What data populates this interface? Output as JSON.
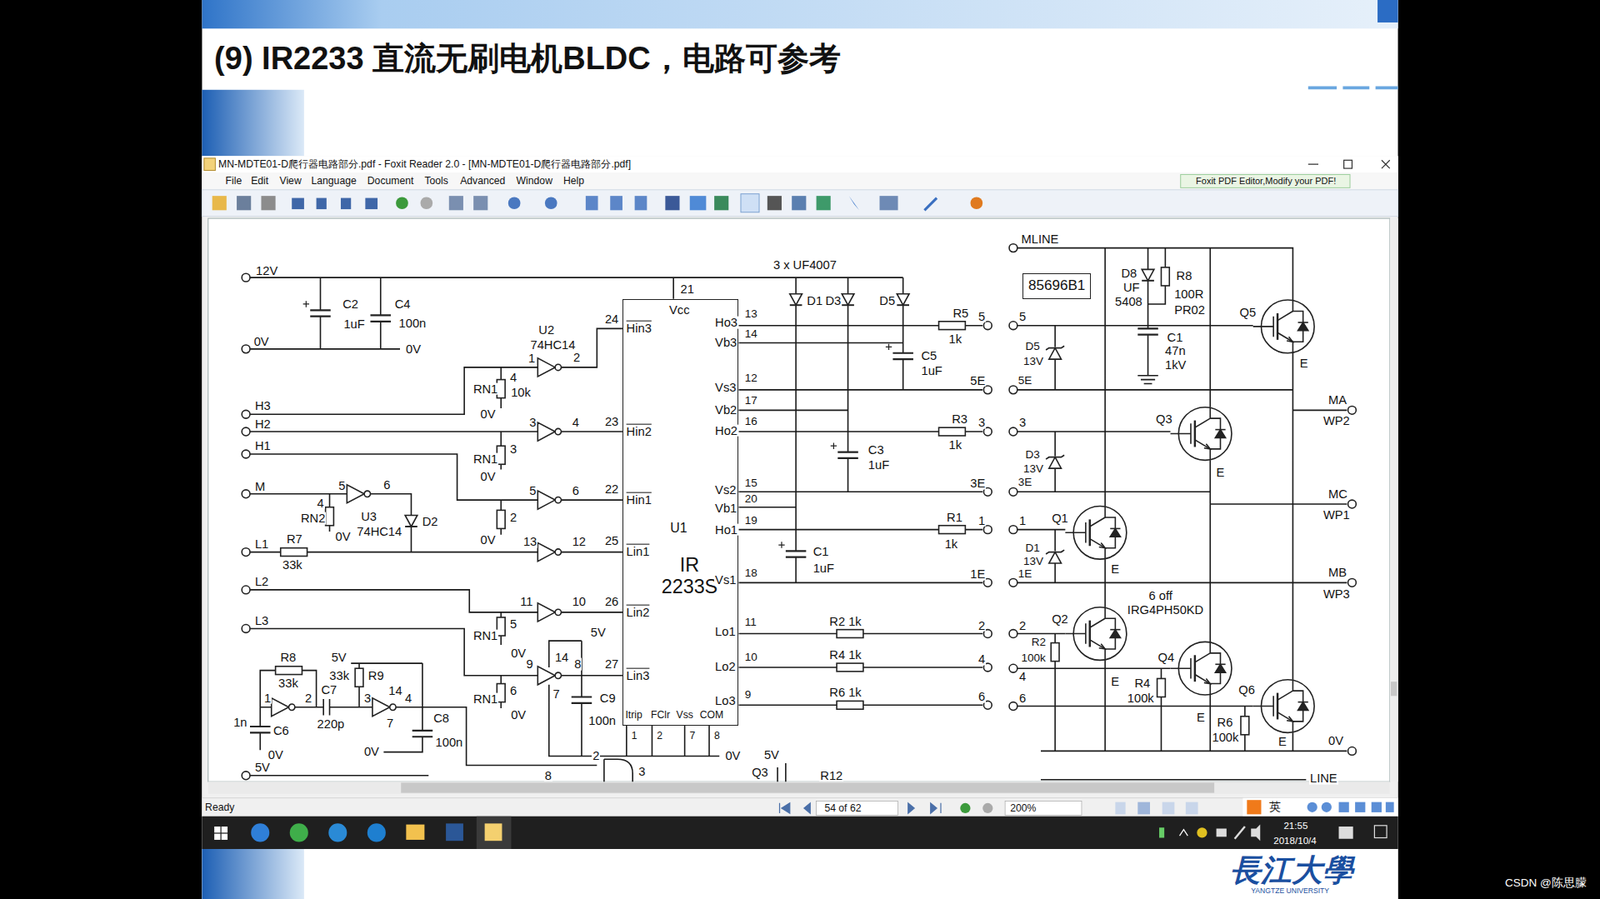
{
  "diagram": {
    "title": "(9) IR2233 直流无刷电机BLDC，电路可参考",
    "nodes": [
      {
        "text": [
          "U1",
          "IR 2233S"
        ]
      },
      {
        "text": [
          "85696B1"
        ]
      }
    ],
    "labels": [
      "MN-MDTE01-D爬行器电路部分.pdf - Foxit Reader 2.0 - [MN-MDTE01-D爬行器电路部分.pdf]",
      "File",
      "Edit",
      "View",
      "Language",
      "Document",
      "Tools",
      "Advanced",
      "Window",
      "Help",
      "Foxit PDF Editor,Modify your PDF!",
      "Ready",
      "54 of 62",
      "200%",
      "英",
      "21:55",
      "2018/10/4",
      "長江大學",
      "YANGTZE UNIVERSITY",
      "CSDN @陈思朦",
      "12V",
      "C2",
      "1uF",
      "C4",
      "100n",
      "0V",
      "0V",
      "21",
      "Vcc",
      "3 x UF4007",
      "D1",
      "D3",
      "D5",
      "13",
      "Ho3",
      "14",
      "Vb3",
      "12",
      "Vs3",
      "17",
      "Vb2",
      "16",
      "Ho2",
      "15",
      "Vs2",
      "20",
      "Vb1",
      "19",
      "Ho1",
      "18",
      "Vs1",
      "11",
      "Lo1",
      "10",
      "Lo2",
      "9",
      "Lo3",
      "Itrip",
      "FClr",
      "Vss",
      "COM",
      "1",
      "2",
      "7",
      "8",
      "0V",
      "Hin3",
      "Hin2",
      "Hin1",
      "Lin1",
      "Lin2",
      "Lin3",
      "24",
      "23",
      "22",
      "25",
      "26",
      "27",
      "U2",
      "74HC14",
      "1",
      "2",
      "4",
      "RN1",
      "10k",
      "0V",
      "H3",
      "H2",
      "H1",
      "3",
      "4",
      "3",
      "RN1",
      "0V",
      "5",
      "6",
      "2",
      "0V",
      "13",
      "12",
      "11",
      "10",
      "5",
      "RN1",
      "0V",
      "9",
      "14",
      "8",
      "7",
      "5V",
      "6",
      "RN1",
      "0V",
      "C9",
      "100n",
      "M",
      "5",
      "6",
      "4",
      "RN2",
      "0V",
      "U3",
      "74HC14",
      "D2",
      "L1",
      "R7",
      "33k",
      "L2",
      "L3",
      "R8",
      "33k",
      "5V",
      "33k",
      "R9",
      "1",
      "2",
      "C7",
      "220p",
      "3",
      "14",
      "4",
      "7",
      "1n",
      "C6",
      "0V",
      "C8",
      "100n",
      "0V",
      "5V",
      "2",
      "3",
      "8",
      "5V",
      "Q3",
      "R12",
      "R5",
      "1k",
      "5",
      "C5",
      "1uF",
      "5E",
      "C3",
      "1uF",
      "R3",
      "1k",
      "3",
      "3E",
      "C1",
      "1uF",
      "R1",
      "1k",
      "1",
      "1E",
      "R2 1k",
      "2",
      "R4 1k",
      "4",
      "R6 1k",
      "6",
      "MLINE",
      "D8",
      "UF",
      "5408",
      "R8",
      "100R",
      "PR02",
      "C1",
      "47n",
      "1kV",
      "5",
      "D5",
      "13V",
      "5E",
      "Q5",
      "E",
      "MA",
      "WP2",
      "3",
      "D3",
      "13V",
      "3E",
      "Q3",
      "E",
      "MC",
      "WP1",
      "1",
      "D1",
      "13V",
      "1E",
      "Q1",
      "E",
      "MB",
      "WP3",
      "6 off",
      "IRG4PH50KD",
      "2",
      "Q2",
      "R2",
      "100k",
      "E",
      "4",
      "Q4",
      "R4",
      "100k",
      "E",
      "6",
      "Q6",
      "R6",
      "100k",
      "E",
      "0V",
      "LINE"
    ]
  }
}
